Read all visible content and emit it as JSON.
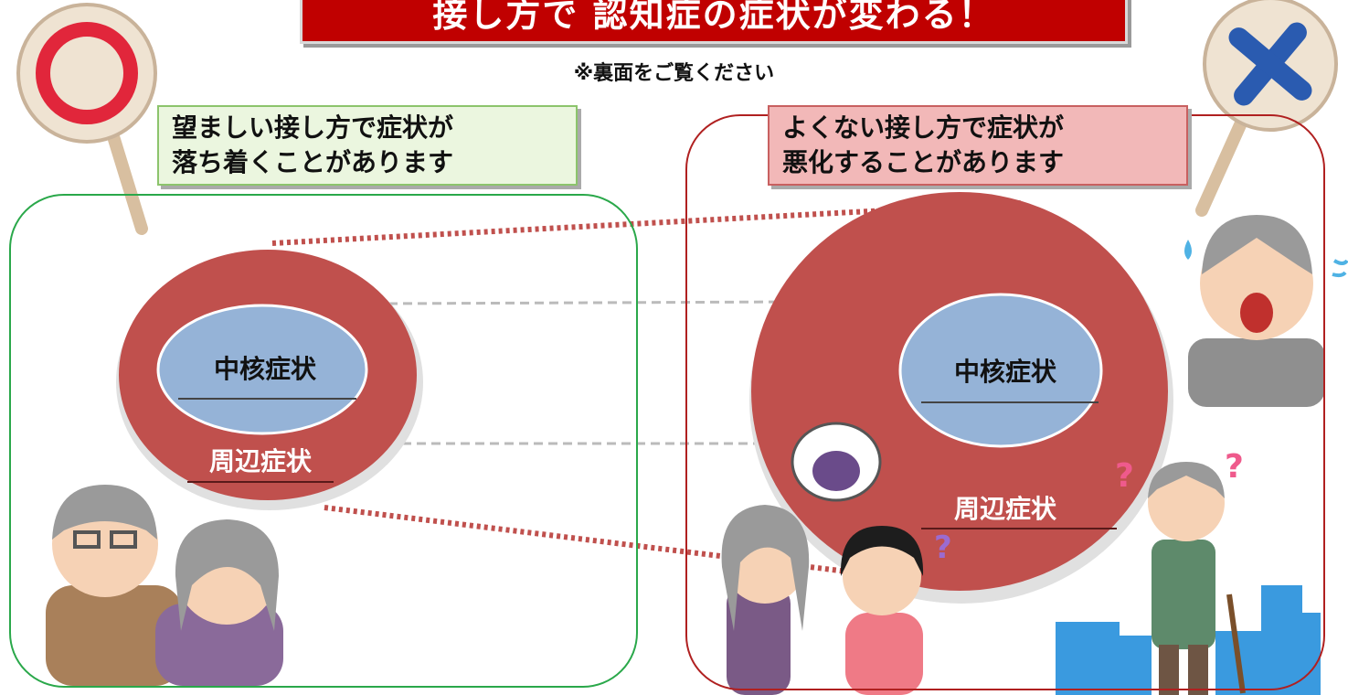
{
  "title": "接し方で 認知症の症状が変わる！",
  "note": "※裏面をご覧ください",
  "good": {
    "caption_line1": "望ましい接し方で症状が",
    "caption_line2": "落ち着くことがあります",
    "core_label": "中核症状",
    "peripheral_label": "周辺症状"
  },
  "bad": {
    "caption_line1": "よくない接し方で症状が",
    "caption_line2": "悪化することがあります",
    "core_label": "中核症状",
    "peripheral_label": "周辺症状"
  },
  "colors": {
    "banner": "#c00000",
    "outer_circle": "#c0504d",
    "core_circle": "#95b3d7",
    "good_border": "#2aa84a",
    "bad_border": "#b02020"
  }
}
